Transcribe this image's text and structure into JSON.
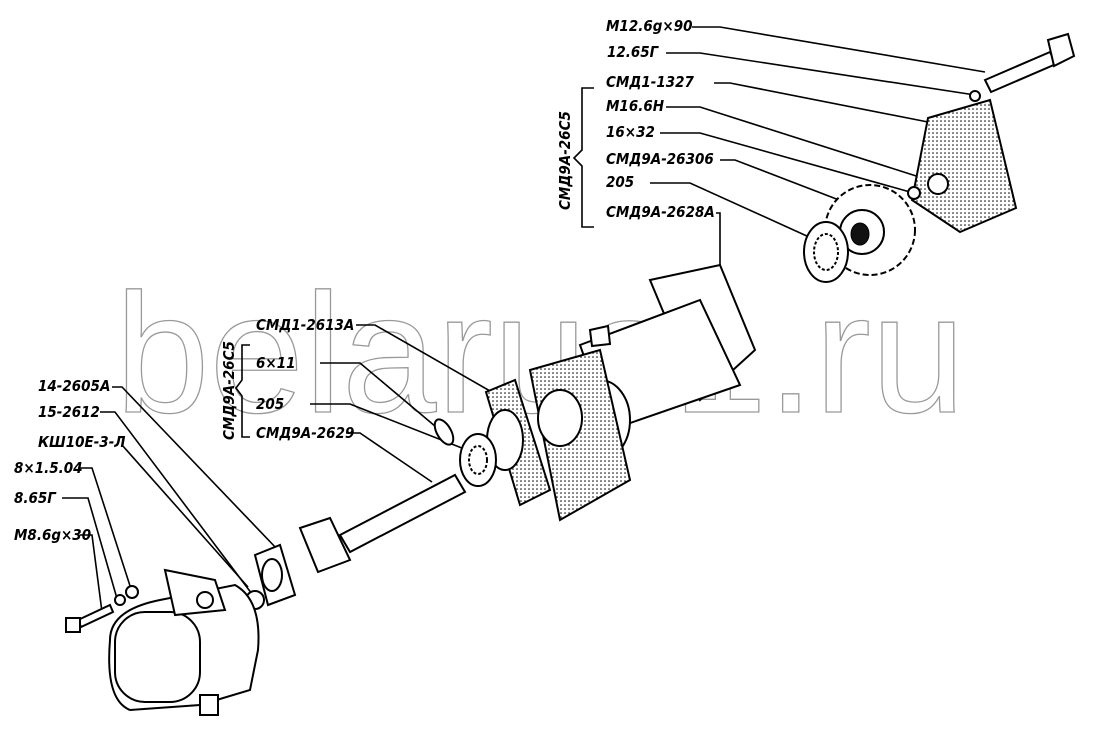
{
  "watermark": "belarus1.ru",
  "groups": {
    "upper_bracket": "СМД9А-26С5",
    "middle_bracket": "СМД9А-26С5"
  },
  "labels_upper": [
    "М12.6g×90",
    "12.65Г",
    "СМД1-1327",
    "М16.6Н",
    "16×32",
    "СМД9А-26306",
    "205",
    "СМД9А-2628А"
  ],
  "labels_middle": [
    "СМД1-2613А",
    "6×11",
    "205",
    "СМД9А-2629"
  ],
  "labels_left": [
    "14-2605А",
    "15-2612",
    "КШ10Е-3-Л",
    "8×1.5.04",
    "8.65Г",
    "М8.6g×30"
  ]
}
